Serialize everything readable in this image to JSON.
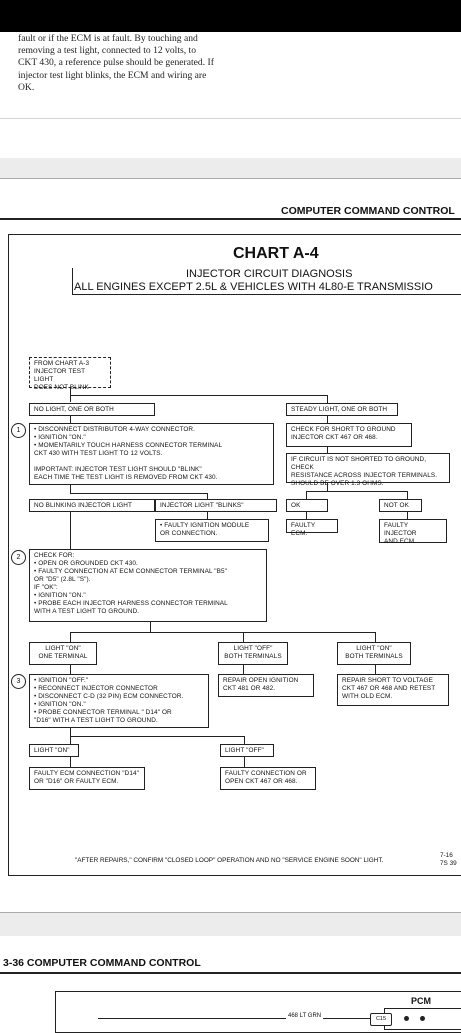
{
  "top_text": "fault or if the ECM is at fault. By touching and\nremoving a test light, connected to 12 volts, to\nCKT 430, a reference pulse should be generated. If\ninjector test light blinks, the ECM and wiring are\nOK.",
  "page_header": "COMPUTER COMMAND CONTROL",
  "chart": {
    "title": "CHART A-4",
    "subtitle": "INJECTOR CIRCUIT DIAGNOSIS",
    "subtitle2": "ALL ENGINES EXCEPT 2.5L & VEHICLES WITH 4L80-E TRANSMISSIO",
    "from_box": "FROM CHART A-3\nINJECTOR TEST LIGHT\nDOES NOT BLINK",
    "no_light": "NO LIGHT, ONE OR BOTH",
    "steady_light": "STEADY LIGHT, ONE OR BOTH",
    "step1": "•  DISCONNECT DISTRIBUTOR 4-WAY CONNECTOR.\n•  IGNITION \"ON.\"\n•  MOMENTARILY TOUCH HARNESS CONNECTOR TERMINAL\n    CKT 430 WITH TEST LIGHT TO 12 VOLTS.\n\n    IMPORTANT:  INJECTOR TEST LIGHT SHOULD \"BLINK\"\n    EACH TIME THE TEST LIGHT IS REMOVED FROM CKT 430.",
    "check_short": "CHECK FOR SHORT TO GROUND\nINJECTOR CKT 467 OR 468.",
    "if_not_shorted": "IF CIRCUIT IS NOT SHORTED TO GROUND, CHECK\nRESISTANCE ACROSS INJECTOR TERMINALS.\nSHOULD BE OVER 1.3 OHMS.",
    "no_blinking": "NO BLINKING INJECTOR LIGHT",
    "injector_blinks": "INJECTOR LIGHT \"BLINKS\"",
    "ok": "OK",
    "not_ok": "NOT OK",
    "faulty_ignition": "•  FAULTY IGNITION MODULE\n    OR CONNECTION.",
    "faulty_ecm": "FAULTY ECM.",
    "faulty_injector": "FAULTY INJECTOR\nAND ECM.",
    "step2": "CHECK FOR:\n•  OPEN OR GROUNDED CKT 430.\n•  FAULTY CONNECTION AT ECM CONNECTOR TERMINAL \"B5\"\n    OR \"D5\" (2.8L \"S\").\nIF \"OK\":\n•  IGNITION \"ON.\"\n•  PROBE EACH  INJECTOR HARNESS CONNECTOR TERMINAL\n    WITH A TEST LIGHT TO GROUND.",
    "light_on_one": "LIGHT \"ON\"\nONE TERMINAL",
    "light_off_both": "LIGHT \"OFF\"\nBOTH TERMINALS",
    "light_on_both": "LIGHT \"ON\"\nBOTH TERMINALS",
    "step3": "•  IGNITION  \"OFF.\"\n•  RECONNECT INJECTOR CONNECTOR\n•  DISCONNECT C-D (32 PIN) ECM CONNECTOR.\n•  IGNITION \"ON.\"\n•  PROBE CONNECTOR TERMINAL \" D14\" OR\n    \"D16\" WITH A TEST LIGHT TO GROUND.",
    "repair_open": "REPAIR OPEN IGNITION\nCKT 481 OR 482.",
    "repair_short": "REPAIR SHORT TO  VOLTAGE\nCKT 467 OR 468 AND RETEST\nWITH OLD ECM.",
    "light_on": "LIGHT \"ON\"",
    "light_off": "LIGHT \"OFF\"",
    "faulty_d14": "FAULTY ECM CONNECTION \"D14\"\nOR \"D16\" OR FAULTY ECM.",
    "faulty_open": "FAULTY CONNECTION OR\nOPEN CKT  467 OR 468.",
    "after_repairs": "\"AFTER REPAIRS,\" CONFIRM \"CLOSED LOOP\" OPERATION AND NO \"SERVICE ENGINE SOON\" LIGHT.",
    "page_num": "7-16\n7S 39",
    "n1": "1",
    "n2": "2",
    "n3": "3"
  },
  "bottom_header": "3-36 COMPUTER COMMAND CONTROL",
  "wiring": {
    "pcm": "PCM",
    "wire": "468 LT GRN",
    "conn": "C15"
  }
}
